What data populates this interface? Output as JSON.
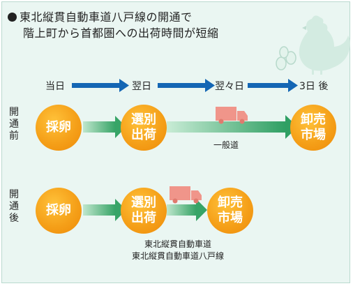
{
  "title": {
    "line1": "東北縦貫自動車道八戸線の開通で",
    "line2": "階上町から首都圏への出荷時間が短縮"
  },
  "timeline": {
    "day0": "当日",
    "day1": "翌日",
    "day2": "翌々日",
    "day3": "3日 後"
  },
  "before": {
    "side_label": "開通前",
    "step1": "採卵",
    "step2": "選別\n出荷",
    "step3": "卸売\n市場",
    "road": "一般道"
  },
  "after": {
    "side_label": "開通後",
    "step1": "採卵",
    "step2": "選別\n出荷",
    "step3": "卸売\n市場",
    "road1": "東北縦貫自動車道",
    "road2": "東北縦貫自動車道八戸線"
  },
  "colors": {
    "circle": "#f5a019",
    "timeline_arrow": "#1466b4",
    "green_arrow": "#3aa66a",
    "truck": "#f0958a",
    "background": "#eaf6f2"
  },
  "icons": [
    "hen-icon",
    "egg-icon",
    "truck-icon"
  ]
}
